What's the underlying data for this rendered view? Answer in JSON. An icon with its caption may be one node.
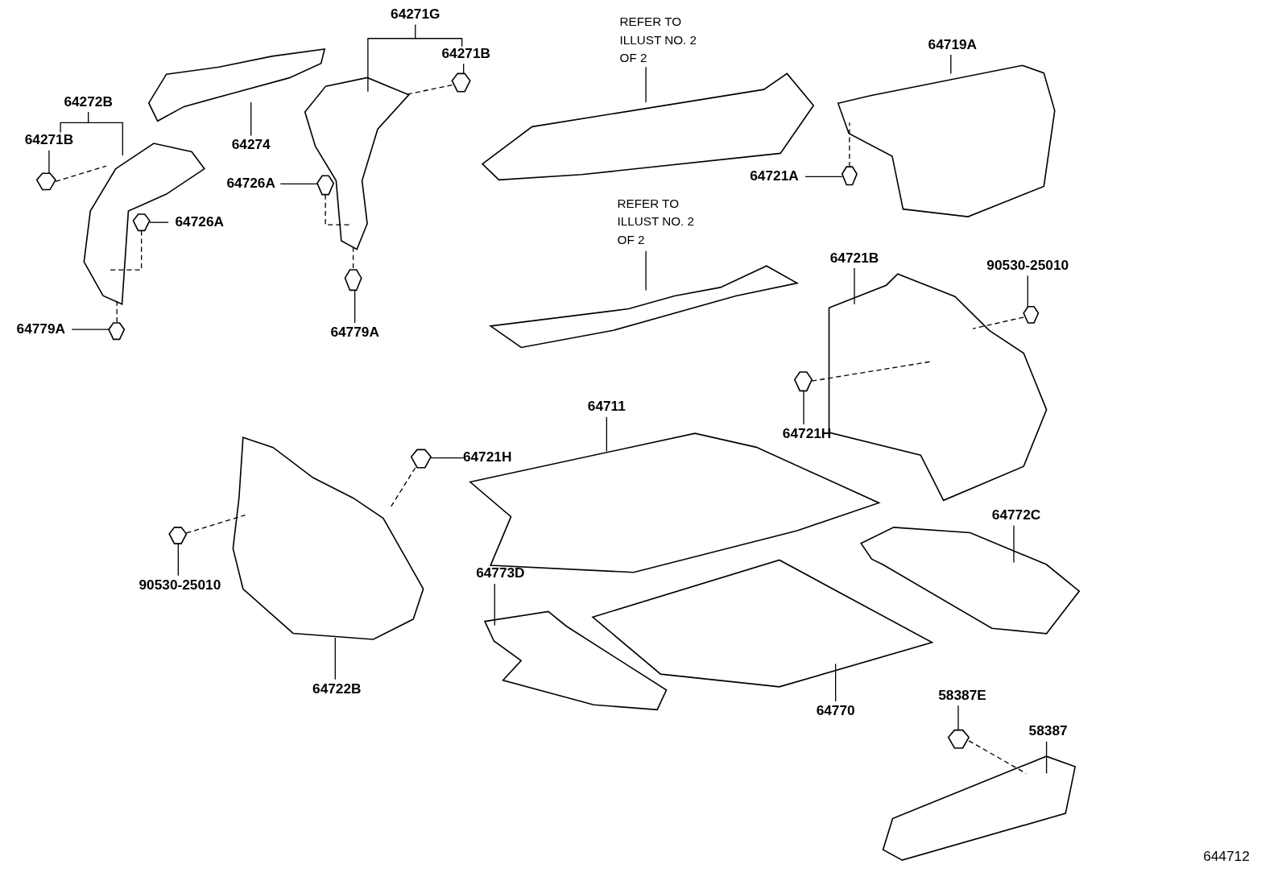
{
  "diagram": {
    "nodes": [
      {
        "text": [
          "64272B"
        ]
      },
      {
        "text": [
          "64271B"
        ]
      },
      {
        "text": [],
        "shape": "picture"
      },
      {
        "text": [],
        "shape": "picture"
      },
      {
        "text": [
          "64726A"
        ]
      },
      {
        "text": [],
        "shape": "picture"
      },
      {
        "text": [
          "64779A"
        ]
      },
      {
        "text": [],
        "shape": "picture"
      },
      {
        "text": [],
        "shape": "picture"
      },
      {
        "text": [
          "64274"
        ]
      },
      {
        "text": [
          "64271G"
        ]
      },
      {
        "text": [
          "64271B"
        ]
      },
      {
        "text": [],
        "shape": "picture"
      },
      {
        "text": [],
        "shape": "picture"
      },
      {
        "text": [
          "64726A"
        ]
      },
      {
        "text": [],
        "shape": "picture"
      },
      {
        "text": [],
        "shape": "picture"
      },
      {
        "text": [
          "64779A"
        ]
      },
      {
        "text": [
          "REFER TO ILLUST NO. 2 OF 2"
        ]
      },
      {
        "text": [],
        "shape": "picture"
      },
      {
        "text": [
          "64719A"
        ]
      },
      {
        "text": [],
        "shape": "picture"
      },
      {
        "text": [
          "64721A"
        ]
      },
      {
        "text": [],
        "shape": "picture"
      },
      {
        "text": [
          "REFER TO ILLUST NO. 2 OF 2"
        ]
      },
      {
        "text": [],
        "shape": "picture"
      },
      {
        "text": [
          "64721B"
        ]
      },
      {
        "text": [
          "90530-25010"
        ]
      },
      {
        "text": [],
        "shape": "picture"
      },
      {
        "text": [],
        "shape": "picture"
      },
      {
        "text": [],
        "shape": "picture"
      },
      {
        "text": [
          "64721H"
        ]
      },
      {
        "text": [
          "64711"
        ]
      },
      {
        "text": [],
        "shape": "picture"
      },
      {
        "text": [
          "64721H"
        ]
      },
      {
        "text": [],
        "shape": "picture"
      },
      {
        "text": [],
        "shape": "picture"
      },
      {
        "text": [],
        "shape": "picture"
      },
      {
        "text": [
          "90530-25010"
        ]
      },
      {
        "text": [
          "64722B"
        ]
      },
      {
        "text": [
          "64773D"
        ]
      },
      {
        "text": [],
        "shape": "picture"
      },
      {
        "text": [],
        "shape": "picture"
      },
      {
        "text": [
          "64770"
        ]
      },
      {
        "text": [
          "64772C"
        ]
      },
      {
        "text": [],
        "shape": "picture"
      },
      {
        "text": [
          "58387E"
        ]
      },
      {
        "text": [
          "58387"
        ]
      },
      {
        "text": [],
        "shape": "picture"
      },
      {
        "text": [],
        "shape": "picture"
      }
    ],
    "edges": [
      {
        "from": 0,
        "to": 3,
        "arrow": "none"
      },
      {
        "from": 0,
        "to": 1,
        "arrow": "none"
      },
      {
        "from": 1,
        "to": 2,
        "arrow": "none"
      },
      {
        "from": 2,
        "to": 3,
        "arrow": "none",
        "style": "dashed"
      },
      {
        "from": 4,
        "to": 5,
        "arrow": "none"
      },
      {
        "from": 5,
        "to": 3,
        "arrow": "none",
        "style": "dashed"
      },
      {
        "from": 6,
        "to": 7,
        "arrow": "none"
      },
      {
        "from": 3,
        "to": 7,
        "arrow": "none",
        "style": "dashed"
      },
      {
        "from": 9,
        "to": 8,
        "arrow": "none"
      },
      {
        "from": 10,
        "to": 13,
        "arrow": "none"
      },
      {
        "from": 10,
        "to": 11,
        "arrow": "none"
      },
      {
        "from": 11,
        "to": 12,
        "arrow": "none"
      },
      {
        "from": 12,
        "to": 13,
        "arrow": "none",
        "style": "dashed"
      },
      {
        "from": 14,
        "to": 15,
        "arrow": "none"
      },
      {
        "from": 15,
        "to": 13,
        "arrow": "none",
        "style": "dashed"
      },
      {
        "from": 13,
        "to": 16,
        "arrow": "none",
        "style": "dashed"
      },
      {
        "from": 17,
        "to": 16,
        "arrow": "none"
      },
      {
        "from": 18,
        "to": 19,
        "arrow": "none"
      },
      {
        "from": 20,
        "to": 21,
        "arrow": "none"
      },
      {
        "from": 22,
        "to": 23,
        "arrow": "none"
      },
      {
        "from": 23,
        "to": 21,
        "arrow": "none",
        "style": "dashed"
      },
      {
        "from": 24,
        "to": 25,
        "arrow": "none"
      },
      {
        "from": 26,
        "to": 29,
        "arrow": "none"
      },
      {
        "from": 27,
        "to": 28,
        "arrow": "none"
      },
      {
        "from": 28,
        "to": 29,
        "arrow": "none",
        "style": "dashed"
      },
      {
        "from": 30,
        "to": 29,
        "arrow": "none",
        "style": "dashed"
      },
      {
        "from": 31,
        "to": 30,
        "arrow": "none"
      },
      {
        "from": 32,
        "to": 33,
        "arrow": "none"
      },
      {
        "from": 34,
        "to": 35,
        "arrow": "none"
      },
      {
        "from": 35,
        "to": 36,
        "arrow": "none",
        "style": "dashed"
      },
      {
        "from": 37,
        "to": 36,
        "arrow": "none",
        "style": "dashed"
      },
      {
        "from": 38,
        "to": 37,
        "arrow": "none"
      },
      {
        "from": 39,
        "to": 36,
        "arrow": "none"
      },
      {
        "from": 40,
        "to": 41,
        "arrow": "none"
      },
      {
        "from": 43,
        "to": 42,
        "arrow": "none"
      },
      {
        "from": 44,
        "to": 45,
        "arrow": "none"
      },
      {
        "from": 46,
        "to": 48,
        "arrow": "none"
      },
      {
        "from": 47,
        "to": 49,
        "arrow": "none"
      },
      {
        "from": 48,
        "to": 49,
        "arrow": "none",
        "style": "dashed"
      }
    ],
    "labels": [
      "644712"
    ]
  }
}
